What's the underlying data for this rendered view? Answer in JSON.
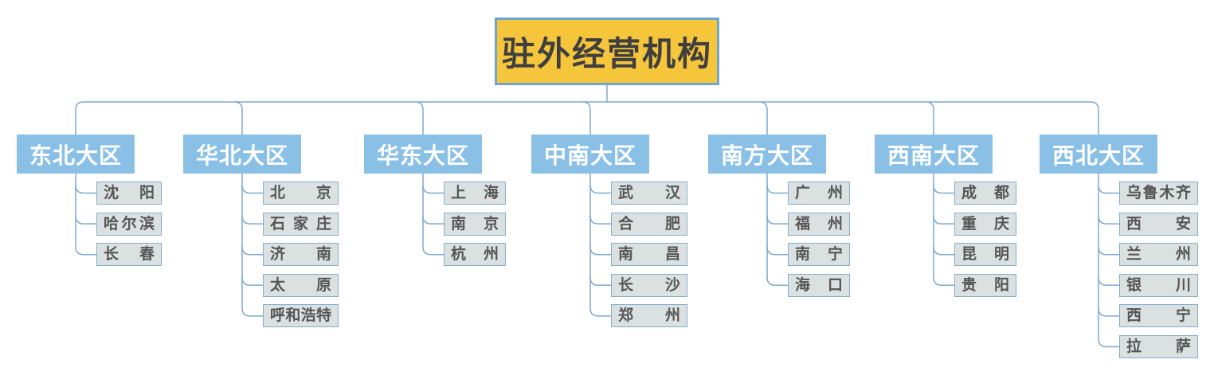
{
  "diagram": {
    "title": "驻外经营机构",
    "root": {
      "label": "驻外经营机构"
    },
    "regions": [
      {
        "label": "东北大区",
        "cities": [
          "沈阳",
          "哈尔滨",
          "长春"
        ]
      },
      {
        "label": "华北大区",
        "cities": [
          "北京",
          "石家庄",
          "济南",
          "太原",
          "呼和浩特"
        ]
      },
      {
        "label": "华东大区",
        "cities": [
          "上海",
          "南京",
          "杭州"
        ]
      },
      {
        "label": "中南大区",
        "cities": [
          "武汉",
          "合肥",
          "南昌",
          "长沙",
          "郑州"
        ]
      },
      {
        "label": "南方大区",
        "cities": [
          "广州",
          "福州",
          "南宁",
          "海口"
        ]
      },
      {
        "label": "西南大区",
        "cities": [
          "成都",
          "重庆",
          "昆明",
          "贵阳"
        ]
      },
      {
        "label": "西北大区",
        "cities": [
          "乌鲁木齐",
          "西安",
          "兰州",
          "银川",
          "西宁",
          "拉萨"
        ]
      }
    ],
    "colors": {
      "background": "#FFFFFF",
      "root_fill": "#F5C53C",
      "root_border": "#6CA5CE",
      "root_text": "#3F3F3F",
      "region_fill": "#8AC0E6",
      "region_text": "#FFFFFF",
      "city_fill": "#DBE1E1",
      "city_border": "#85AECD",
      "city_text": "#555555",
      "connector": "#7FA9CF"
    }
  }
}
